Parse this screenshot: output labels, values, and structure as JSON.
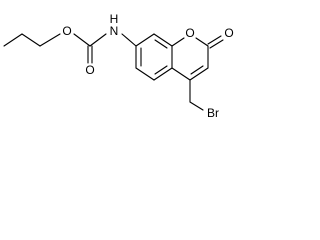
{
  "molecule": {
    "atoms": {
      "ester_o": "O",
      "carbonyl_o": "O",
      "amide_n": "N",
      "amide_h": "H",
      "ring_o": "O",
      "lactone_o": "O",
      "bromine": "Br"
    }
  },
  "colors": {
    "bond": "#000000",
    "label": "#000000",
    "background": "#ffffff"
  }
}
